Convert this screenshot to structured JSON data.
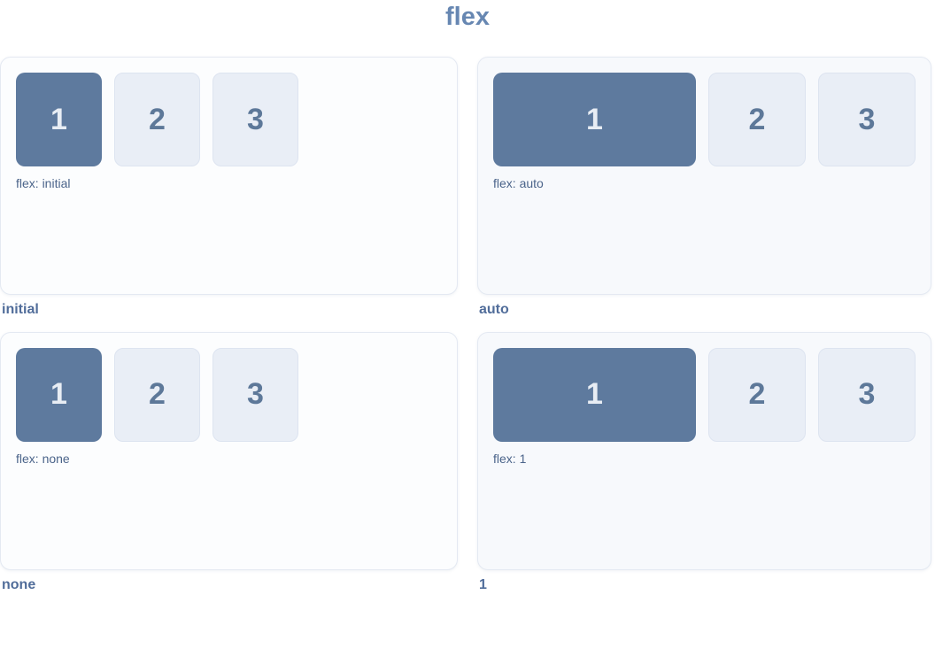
{
  "title": "flex",
  "colors": {
    "title_color": "#6787b2",
    "caption_color": "#516d9a",
    "label_color": "#4b648a",
    "card_border": "#e4e9f2",
    "card_bg": "#fcfdfe",
    "card_bg_tinted": "#f7f9fc",
    "box_active": "#5e7a9e",
    "box_active_num": "#e8edf4",
    "box_bg": "#e9eef6",
    "box_border": "#dde4f0",
    "box_num": "#5d7899"
  },
  "panels": [
    {
      "caption": "initial",
      "label": "flex: initial",
      "boxes": [
        "1",
        "2",
        "3"
      ]
    },
    {
      "caption": "auto",
      "label": "flex: auto",
      "boxes": [
        "1",
        "2",
        "3"
      ]
    },
    {
      "caption": "none",
      "label": "flex: none",
      "boxes": [
        "1",
        "2",
        "3"
      ]
    },
    {
      "caption": "1",
      "label": "flex: 1",
      "boxes": [
        "1",
        "2",
        "3"
      ]
    }
  ]
}
